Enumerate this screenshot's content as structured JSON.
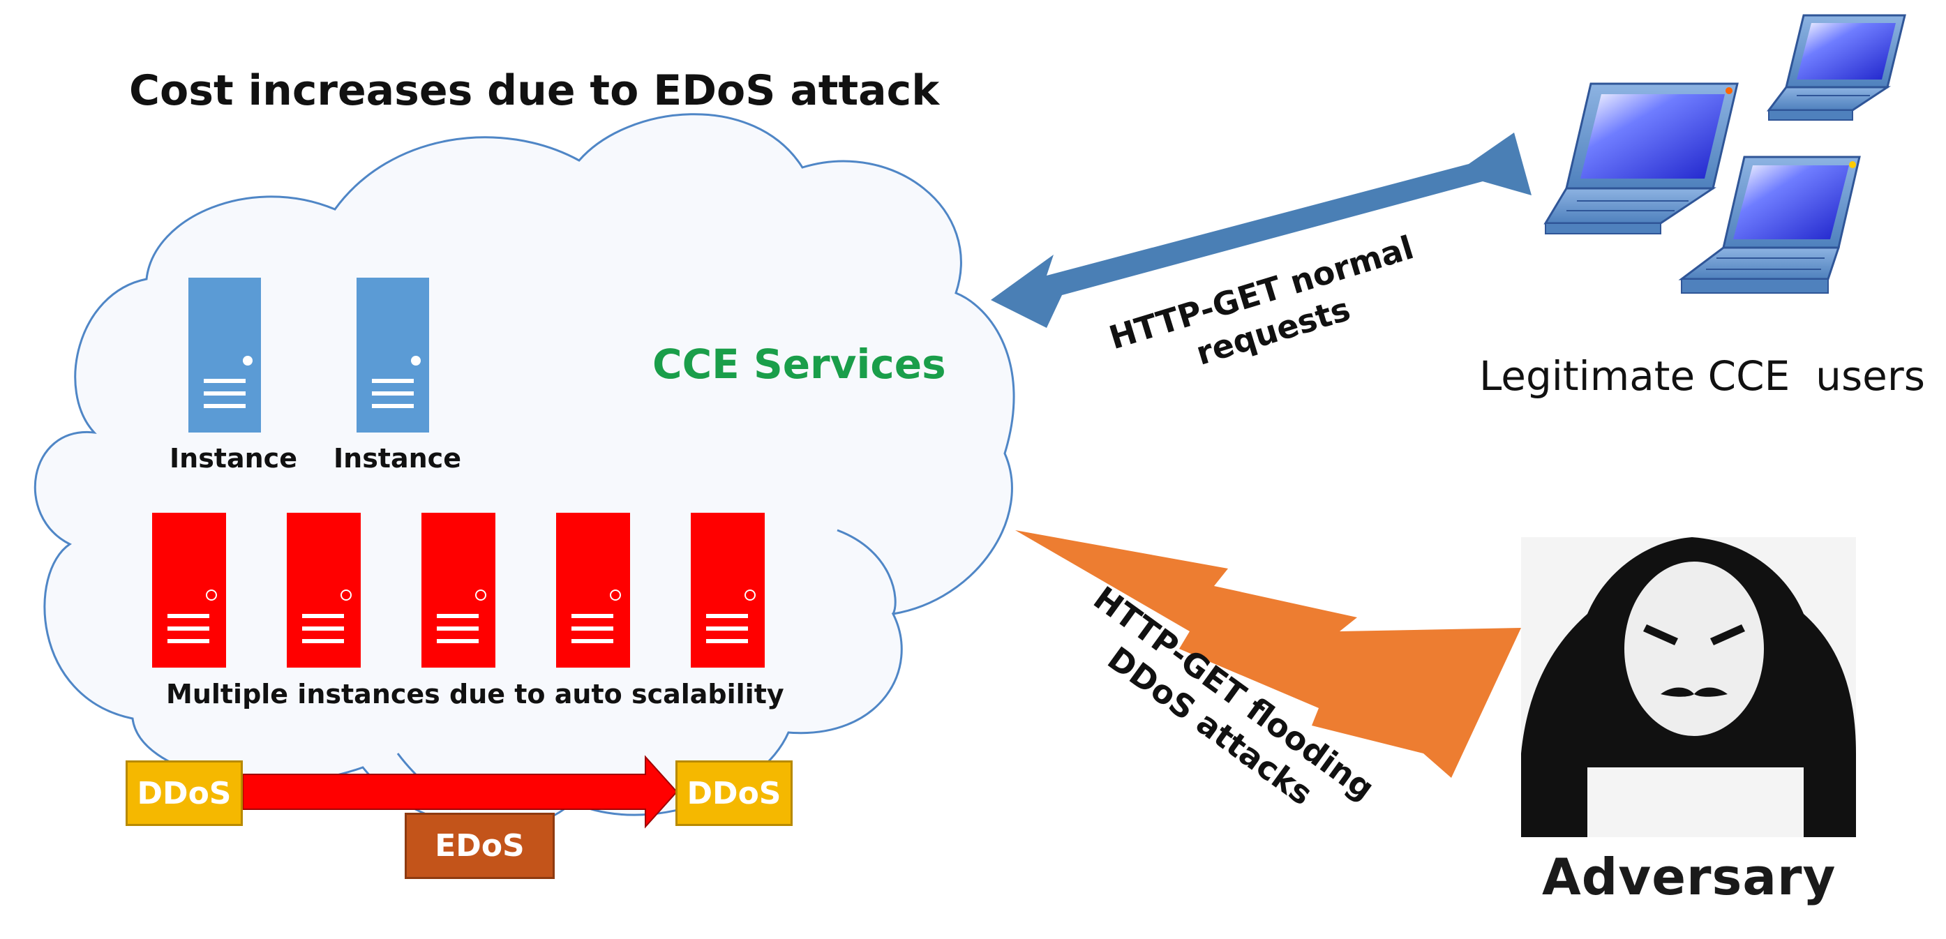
{
  "title": "Cost increases due to EDoS attack",
  "cloud": {
    "label": "CCE Services",
    "instances": [
      "Instance",
      "Instance"
    ],
    "scaled_caption": "Multiple instances due to auto scalability",
    "scaled_count": 5
  },
  "flow": {
    "left_box": "DDoS",
    "right_box": "DDoS",
    "middle_box": "EDoS"
  },
  "legit": {
    "label": "Legitimate CCE  users",
    "arrow_line1": "HTTP-GET normal",
    "arrow_line2": "requests"
  },
  "attack": {
    "arrow_line1": "HTTP-GET flooding",
    "arrow_line2": "DDoS attacks",
    "adversary_label": "Adversary"
  },
  "colors": {
    "instance_blue": "#5b9bd5",
    "instance_red": "#ff0000",
    "cce_green": "#1a9e4a",
    "ddos_yellow": "#f5b800",
    "edos_brown": "#c3541a",
    "normal_arrow": "#4a7fb5",
    "attack_bolt": "#ed7d31"
  }
}
